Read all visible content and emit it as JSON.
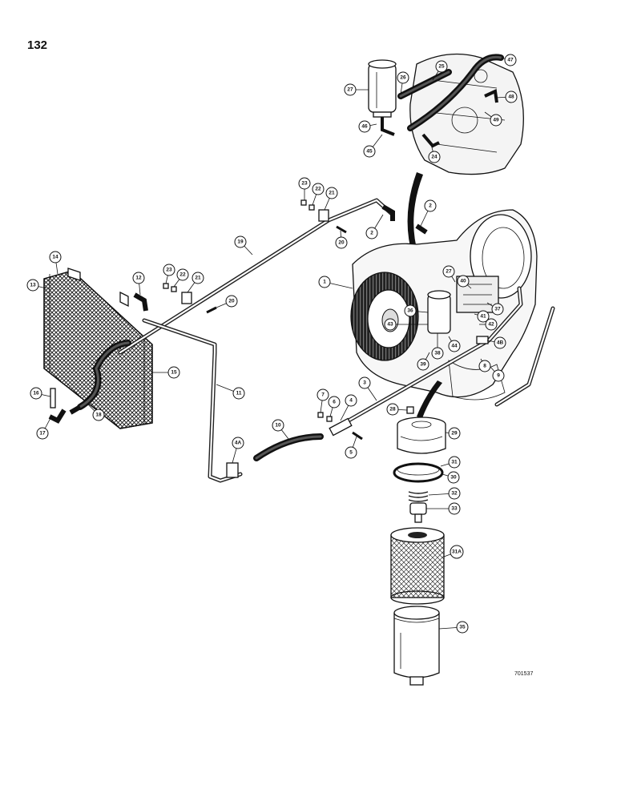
{
  "page": {
    "page_number": "132",
    "ref_code": "701537"
  },
  "callouts": [
    {
      "id": "c1",
      "label": "1"
    },
    {
      "id": "c2a",
      "label": "2"
    },
    {
      "id": "c2b",
      "label": "2"
    },
    {
      "id": "c3",
      "label": "3"
    },
    {
      "id": "c4",
      "label": "4"
    },
    {
      "id": "c4a",
      "label": "4A"
    },
    {
      "id": "c4b",
      "label": "4B"
    },
    {
      "id": "c5",
      "label": "5"
    },
    {
      "id": "c6",
      "label": "6"
    },
    {
      "id": "c7",
      "label": "7"
    },
    {
      "id": "c8",
      "label": "8"
    },
    {
      "id": "c9",
      "label": "9"
    },
    {
      "id": "c10",
      "label": "10"
    },
    {
      "id": "c11",
      "label": "11"
    },
    {
      "id": "c12",
      "label": "12"
    },
    {
      "id": "c13",
      "label": "13"
    },
    {
      "id": "c14",
      "label": "14"
    },
    {
      "id": "c15",
      "label": "15"
    },
    {
      "id": "c16",
      "label": "16"
    },
    {
      "id": "c17",
      "label": "17"
    },
    {
      "id": "c18",
      "label": "18"
    },
    {
      "id": "c19",
      "label": "19"
    },
    {
      "id": "c20a",
      "label": "20"
    },
    {
      "id": "c20b",
      "label": "20"
    },
    {
      "id": "c21a",
      "label": "21"
    },
    {
      "id": "c21b",
      "label": "21"
    },
    {
      "id": "c22a",
      "label": "22"
    },
    {
      "id": "c22b",
      "label": "22"
    },
    {
      "id": "c23a",
      "label": "23"
    },
    {
      "id": "c23b",
      "label": "23"
    },
    {
      "id": "c24",
      "label": "24"
    },
    {
      "id": "c25",
      "label": "25"
    },
    {
      "id": "c26",
      "label": "26"
    },
    {
      "id": "c27a",
      "label": "27"
    },
    {
      "id": "c27b",
      "label": "27"
    },
    {
      "id": "c28",
      "label": "28"
    },
    {
      "id": "c29",
      "label": "29"
    },
    {
      "id": "c30",
      "label": "30"
    },
    {
      "id": "c31",
      "label": "31"
    },
    {
      "id": "c31a",
      "label": "31A"
    },
    {
      "id": "c32",
      "label": "32"
    },
    {
      "id": "c33",
      "label": "33"
    },
    {
      "id": "c35",
      "label": "35"
    },
    {
      "id": "c36",
      "label": "36"
    },
    {
      "id": "c37",
      "label": "37"
    },
    {
      "id": "c38",
      "label": "38"
    },
    {
      "id": "c39",
      "label": "39"
    },
    {
      "id": "c40",
      "label": "40"
    },
    {
      "id": "c41",
      "label": "41"
    },
    {
      "id": "c42",
      "label": "42"
    },
    {
      "id": "c43",
      "label": "43"
    },
    {
      "id": "c44",
      "label": "44"
    },
    {
      "id": "c45",
      "label": "45"
    },
    {
      "id": "c46",
      "label": "46"
    },
    {
      "id": "c47",
      "label": "47"
    },
    {
      "id": "c48",
      "label": "48"
    },
    {
      "id": "c49",
      "label": "49"
    }
  ]
}
